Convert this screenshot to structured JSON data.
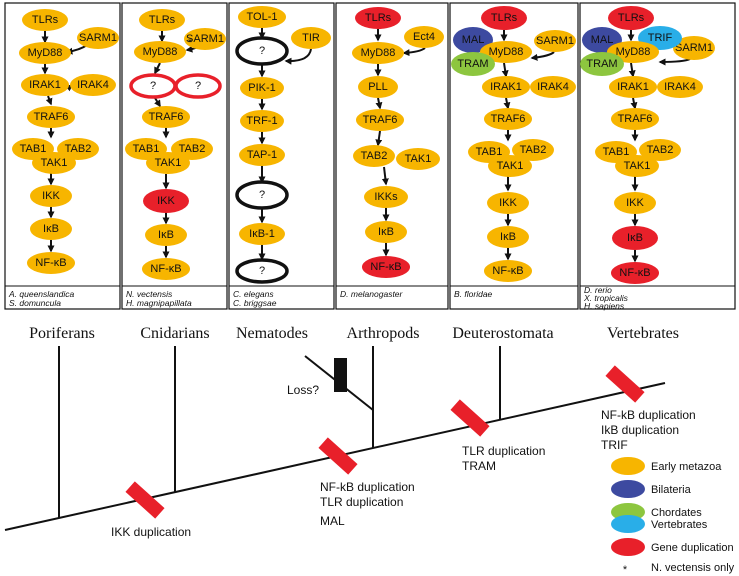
{
  "colors": {
    "early_metazoa": "#f7b500",
    "bilateria": "#3d4aa0",
    "chordates": "#8dc63f",
    "vertebrates": "#29aee8",
    "gene_duplication": "#e8202a",
    "unknown_outline": "#111111",
    "event_bar": "#e8202a",
    "loss_bar": "#111111"
  },
  "panels": [
    {
      "species": [
        "A. queenslandica",
        "S. domuncula"
      ],
      "nodes": [
        {
          "label": "TLRs",
          "kind": "early"
        },
        {
          "label": "SARM1",
          "kind": "early"
        },
        {
          "label": "MyD88",
          "kind": "early"
        },
        {
          "label": "IRAK1",
          "kind": "early"
        },
        {
          "label": "IRAK4",
          "kind": "early"
        },
        {
          "label": "TRAF6",
          "kind": "early"
        },
        {
          "label": "TAB1",
          "kind": "early"
        },
        {
          "label": "TAB2",
          "kind": "early"
        },
        {
          "label": "TAK1",
          "kind": "early"
        },
        {
          "label": "IKK",
          "kind": "early"
        },
        {
          "label": "IκB",
          "kind": "early"
        },
        {
          "label": "NF-κB",
          "kind": "early"
        }
      ]
    },
    {
      "species": [
        "N. vectensis",
        "H. magnipapillata"
      ],
      "nodes": [
        {
          "label": "TLRs",
          "kind": "early"
        },
        {
          "label": "SARM1",
          "kind": "early"
        },
        {
          "label": "MyD88",
          "kind": "early"
        },
        {
          "label": "*",
          "kind": "mark"
        },
        {
          "label": "?",
          "kind": "dup_outline"
        },
        {
          "label": "?",
          "kind": "dup_outline"
        },
        {
          "label": "TRAF6",
          "kind": "early"
        },
        {
          "label": "TAB1",
          "kind": "early"
        },
        {
          "label": "TAB2",
          "kind": "early"
        },
        {
          "label": "TAK1",
          "kind": "early"
        },
        {
          "label": "IKK",
          "kind": "dup"
        },
        {
          "label": "IκB",
          "kind": "early"
        },
        {
          "label": "NF-κB",
          "kind": "early"
        }
      ]
    },
    {
      "species": [
        "C. elegans",
        "C. briggsae"
      ],
      "nodes": [
        {
          "label": "TOL-1",
          "kind": "early"
        },
        {
          "label": "?",
          "kind": "unknown"
        },
        {
          "label": "TIR",
          "kind": "early"
        },
        {
          "label": "PIK-1",
          "kind": "early"
        },
        {
          "label": "TRF-1",
          "kind": "early"
        },
        {
          "label": "TAP-1",
          "kind": "early"
        },
        {
          "label": "?",
          "kind": "unknown"
        },
        {
          "label": "IκB-1",
          "kind": "early"
        },
        {
          "label": "?",
          "kind": "unknown"
        }
      ]
    },
    {
      "species": [
        "D. melanogaster"
      ],
      "nodes": [
        {
          "label": "TLRs",
          "kind": "dup"
        },
        {
          "label": "Ect4",
          "kind": "early"
        },
        {
          "label": "MyD88",
          "kind": "early"
        },
        {
          "label": "PLL",
          "kind": "early"
        },
        {
          "label": "TRAF6",
          "kind": "early"
        },
        {
          "label": "TAB2",
          "kind": "early"
        },
        {
          "label": "TAK1",
          "kind": "early"
        },
        {
          "label": "IKKs",
          "kind": "early"
        },
        {
          "label": "IκB",
          "kind": "early"
        },
        {
          "label": "NF-κB",
          "kind": "dup"
        }
      ]
    },
    {
      "species": [
        "B. floridae"
      ],
      "nodes": [
        {
          "label": "TLRs",
          "kind": "dup"
        },
        {
          "label": "MAL",
          "kind": "bilateria"
        },
        {
          "label": "SARM1",
          "kind": "early"
        },
        {
          "label": "MyD88",
          "kind": "early"
        },
        {
          "label": "TRAM",
          "kind": "chordates"
        },
        {
          "label": "IRAK1",
          "kind": "early"
        },
        {
          "label": "IRAK4",
          "kind": "early"
        },
        {
          "label": "TRAF6",
          "kind": "early"
        },
        {
          "label": "TAB1",
          "kind": "early"
        },
        {
          "label": "TAB2",
          "kind": "early"
        },
        {
          "label": "TAK1",
          "kind": "early"
        },
        {
          "label": "IKK",
          "kind": "early"
        },
        {
          "label": "IκB",
          "kind": "early"
        },
        {
          "label": "NF-κB",
          "kind": "early"
        }
      ]
    },
    {
      "species": [
        "D. rerio",
        "X. tropicalis",
        "H. sapiens"
      ],
      "nodes": [
        {
          "label": "TLRs",
          "kind": "dup"
        },
        {
          "label": "SARM1",
          "kind": "early"
        },
        {
          "label": "MAL",
          "kind": "bilateria"
        },
        {
          "label": "TRIF",
          "kind": "vertebrates"
        },
        {
          "label": "MyD88",
          "kind": "early"
        },
        {
          "label": "TRAM",
          "kind": "chordates"
        },
        {
          "label": "IRAK1",
          "kind": "early"
        },
        {
          "label": "IRAK4",
          "kind": "early"
        },
        {
          "label": "TRAF6",
          "kind": "early"
        },
        {
          "label": "TAB1",
          "kind": "early"
        },
        {
          "label": "TAB2",
          "kind": "early"
        },
        {
          "label": "TAK1",
          "kind": "early"
        },
        {
          "label": "IKK",
          "kind": "early"
        },
        {
          "label": "IκB",
          "kind": "dup"
        },
        {
          "label": "NF-κB",
          "kind": "dup"
        }
      ]
    }
  ],
  "taxa": [
    "Poriferans",
    "Cnidarians",
    "Nematodes",
    "Arthropods",
    "Deuterostomata",
    "Vertebrates"
  ],
  "events": [
    {
      "lines": [
        "IKK duplication"
      ]
    },
    {
      "lines": [
        "NF-kB duplication",
        "TLR duplication",
        "MAL"
      ]
    },
    {
      "lines": [
        "TLR duplication",
        "TRAM"
      ]
    },
    {
      "lines": [
        "NF-kB duplication",
        "IkB duplication",
        "TRIF"
      ]
    }
  ],
  "loss_label": "Loss?",
  "legend": [
    {
      "label": "Early metazoa",
      "color": "#f7b500"
    },
    {
      "label": "Bilateria",
      "color": "#3d4aa0"
    },
    {
      "label": "Chordates",
      "color": "#8dc63f"
    },
    {
      "label": "Vertebrates",
      "color": "#29aee8"
    },
    {
      "label": "Gene duplication",
      "color": "#e8202a"
    }
  ],
  "footnote": {
    "mark": "*",
    "label": "N. vectensis only"
  }
}
